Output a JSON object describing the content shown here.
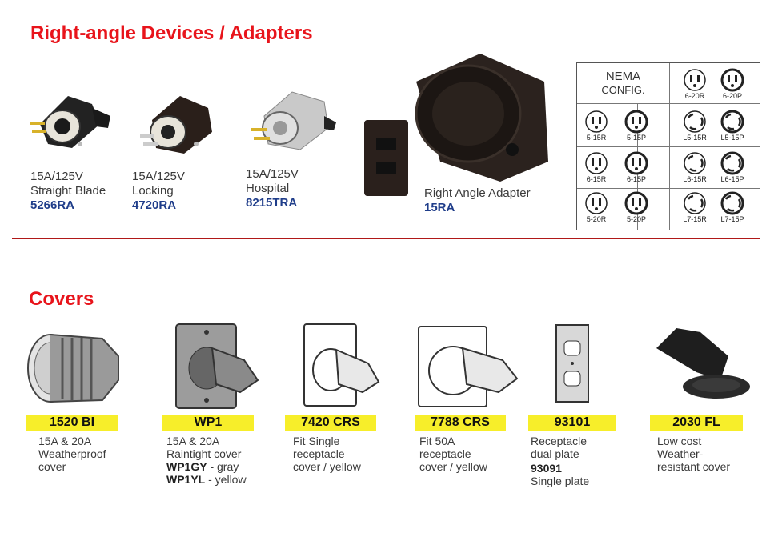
{
  "sections": {
    "right_angle_title": "Right-angle Devices  / Adapters",
    "covers_title": "Covers"
  },
  "devices": [
    {
      "line1": "15A/125V",
      "line2": "Straight Blade",
      "code": "5266RA"
    },
    {
      "line1": "15A/125V",
      "line2": "Locking",
      "code": "4720RA"
    },
    {
      "line1": "15A/125V",
      "line2": "Hospital",
      "code": "8215TRA"
    },
    {
      "line1": "Right Angle Adapter",
      "code": "15RA"
    }
  ],
  "nema": {
    "title1": "NEMA",
    "title2": "CONFIG.",
    "labels": [
      "6-20R",
      "6-20P",
      "5-15R",
      "5-15P",
      "L5-15R",
      "L5-15P",
      "6-15R",
      "6-15P",
      "L6-15R",
      "L6-15P",
      "5-20R",
      "5-20P",
      "L7-15R",
      "L7-15P"
    ]
  },
  "covers": [
    {
      "badge": "1520 BI",
      "l1": "15A & 20A",
      "l2": "Weatherproof",
      "l3": "cover"
    },
    {
      "badge": "WP1",
      "l1": "15A & 20A",
      "l2": "Raintight cover",
      "s1": "WP1GY",
      "s1t": " - gray",
      "s2": "WP1YL",
      "s2t": " - yellow"
    },
    {
      "badge": "7420 CRS",
      "l1": "Fit Single",
      "l2": "receptacle",
      "l3": "cover / yellow"
    },
    {
      "badge": "7788 CRS",
      "l1": "Fit 50A",
      "l2": "receptacle",
      "l3": "cover / yellow"
    },
    {
      "badge": "93101",
      "l1": "Receptacle",
      "l2": "dual plate",
      "s1": "93091",
      "l3": "Single plate"
    },
    {
      "badge": "2030 FL",
      "l1": "Low cost",
      "l2": "Weather-",
      "l3": "resistant cover"
    }
  ],
  "colors": {
    "title_red": "#e8141b",
    "code_blue": "#1f3d8a",
    "badge_yellow": "#f7ee2a",
    "divider_red": "#b01818"
  }
}
